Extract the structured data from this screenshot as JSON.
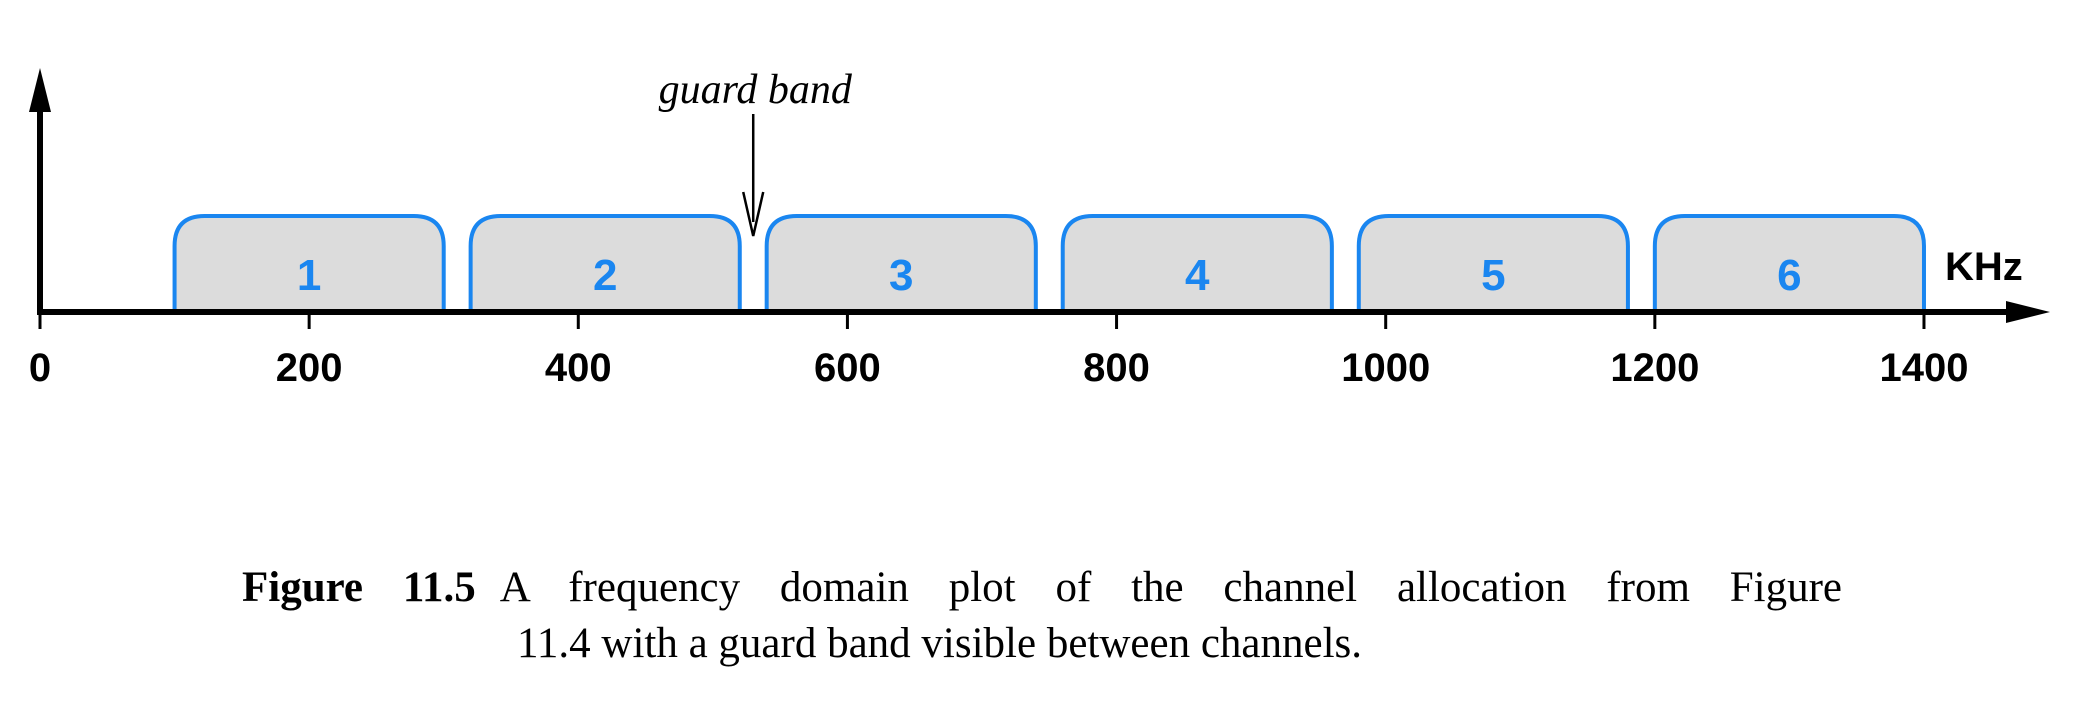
{
  "chart_data": {
    "type": "diagram",
    "x_unit": "KHz",
    "x_ticks": [
      "0",
      "200",
      "400",
      "600",
      "800",
      "1000",
      "1200",
      "1400"
    ],
    "xlim": [
      0,
      1500
    ],
    "channels": [
      {
        "label": "1",
        "start": 100,
        "end": 300
      },
      {
        "label": "2",
        "start": 320,
        "end": 520
      },
      {
        "label": "3",
        "start": 540,
        "end": 740
      },
      {
        "label": "4",
        "start": 760,
        "end": 960
      },
      {
        "label": "5",
        "start": 980,
        "end": 1180
      },
      {
        "label": "6",
        "start": 1200,
        "end": 1400
      }
    ],
    "annotation": {
      "text": "guard band",
      "at": 530
    }
  },
  "colors": {
    "channel_fill": "#dcdcdc",
    "channel_stroke": "#1a86f0",
    "channel_label": "#1a86f0",
    "axis": "#000000"
  },
  "caption": {
    "label": "Figure 11.5",
    "line1": "A frequency domain plot of the channel allocation from Figure",
    "line2": "11.4 with a guard band visible between channels."
  }
}
